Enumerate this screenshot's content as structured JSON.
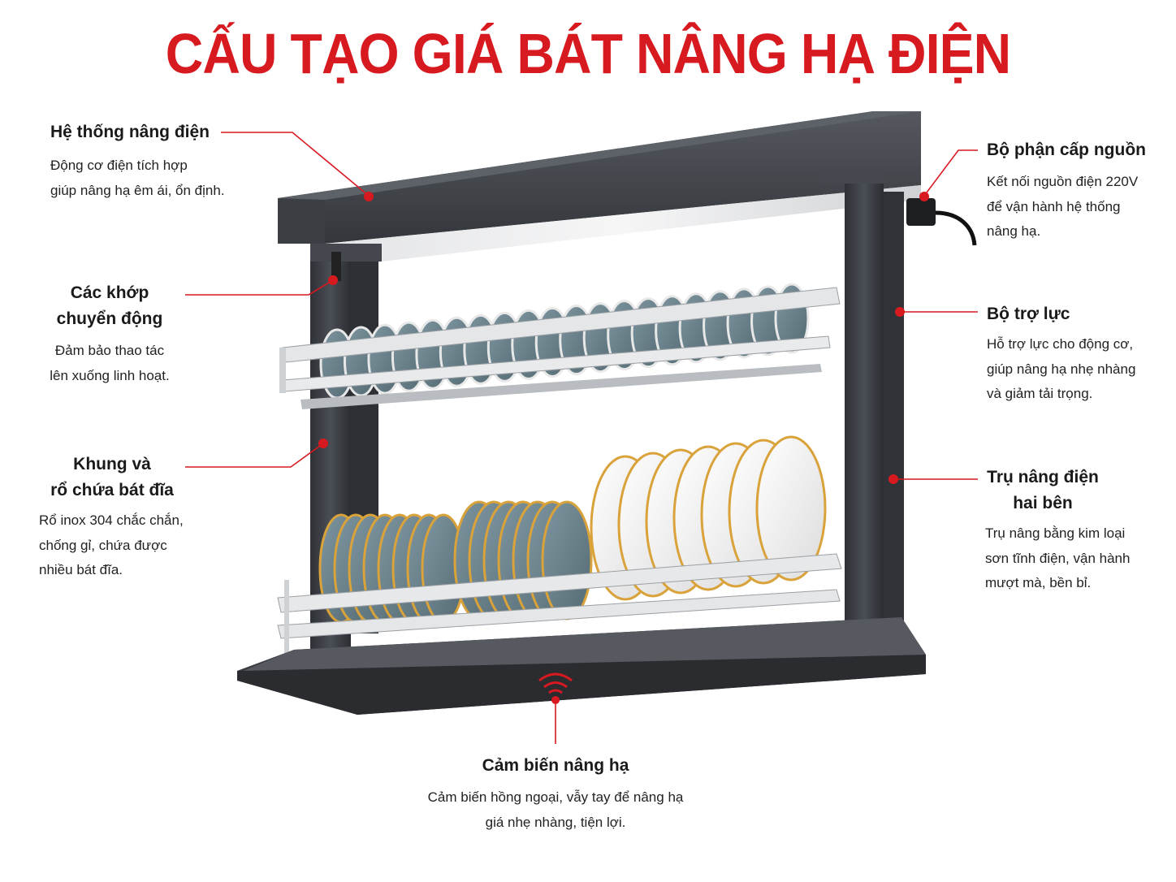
{
  "title": "CẤU TẠO GIÁ BÁT NÂNG HẠ ĐIỆN",
  "colors": {
    "accent": "#d71920",
    "frame": "#3a3d42",
    "steel": "#c9ccd0",
    "plate_gray": "#6f8790",
    "plate_white": "#f4f4f4",
    "gold_rim": "#d9a23a"
  },
  "labels": {
    "lift_system": {
      "heading": "Hệ thống nâng điện",
      "desc": "Động cơ điện tích hợp\ngiúp nâng hạ êm ái, ổn định."
    },
    "joints": {
      "heading": "Các khớp\nchuyển động",
      "desc": "Đảm bảo thao tác\nlên xuống linh hoạt."
    },
    "basket": {
      "heading": "Khung và\nrổ chứa bát đĩa",
      "desc": "Rổ inox 304 chắc chắn,\nchống gỉ, chứa được\nnhiều bát đĩa."
    },
    "power": {
      "heading": "Bộ phận cấp nguồn",
      "desc": "Kết nối nguồn điện 220V\nđể vận hành hệ thống\nnâng hạ."
    },
    "booster": {
      "heading": "Bộ trợ lực",
      "desc": "Hỗ trợ lực cho động cơ,\ngiúp nâng hạ nhẹ nhàng\nvà giảm tải trọng."
    },
    "pillars": {
      "heading": "Trụ nâng điện\nhai bên",
      "desc": "Trụ nâng bằng kim loại\nsơn tĩnh điện, vận hành\nmượt mà, bền bỉ."
    },
    "sensor": {
      "heading": "Cảm biến nâng hạ",
      "desc": "Cảm biến hồng ngoại, vẫy tay để nâng hạ\ngiá nhẹ nhàng, tiện lợi."
    }
  }
}
